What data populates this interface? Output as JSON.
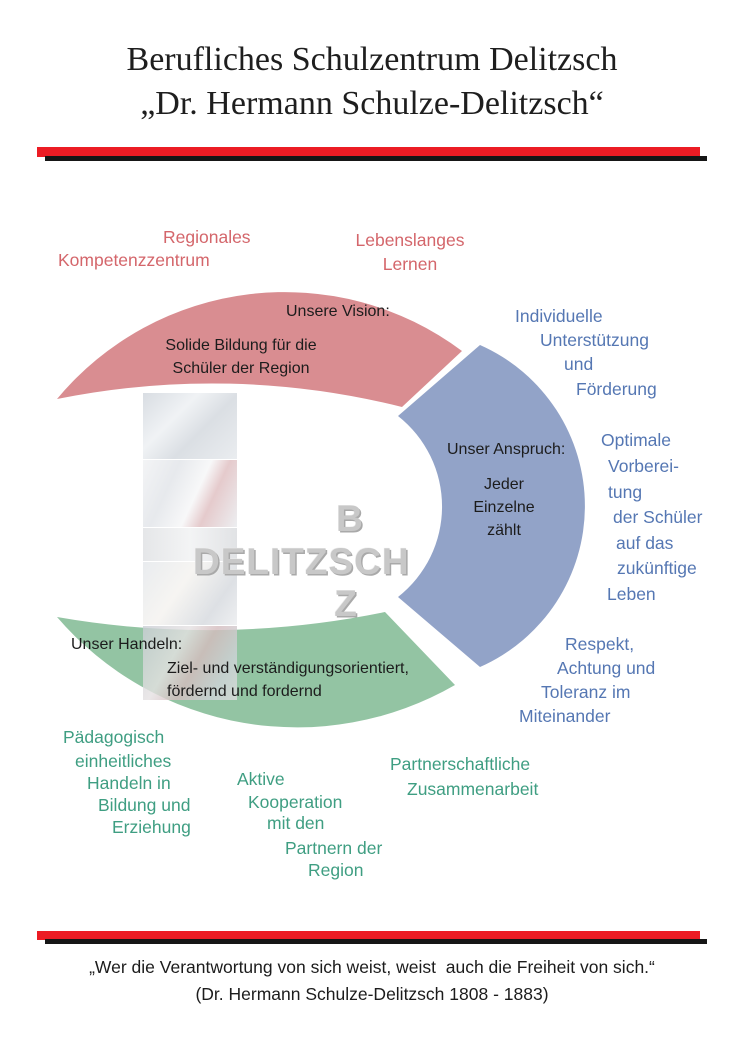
{
  "header": {
    "title_line1": "Berufliches Schulzentrum Delitzsch",
    "title_line2": "„Dr. Hermann Schulze-Delitzsch“"
  },
  "colors": {
    "bar_red": "#ec1c24",
    "bar_black": "#161616",
    "arc_red": "#d98d91",
    "arc_blue": "#92a3c8",
    "arc_green": "#93c4a3",
    "label_red": "#d4666b",
    "label_blue": "#5577b3",
    "label_green": "#3f9e82",
    "watermark_gray": "#c8c8c8",
    "text_black": "#1c1c1c"
  },
  "diagram": {
    "vision": {
      "heading": "Unsere Vision:",
      "lines": [
        "Solide Bildung für die",
        "Schüler der Region"
      ]
    },
    "anspruch": {
      "heading": "Unser Anspruch:",
      "lines": [
        "Jeder",
        "Einzelne",
        "zählt"
      ]
    },
    "handeln": {
      "heading": "Unser Handeln:",
      "lines": [
        "Ziel- und verständigungsorientiert,",
        "fördernd und fordernd"
      ]
    },
    "watermark": {
      "top": "B",
      "middle": "DELITZSCH",
      "bottom": "Z"
    },
    "labels": {
      "regionales": {
        "lines": [
          "Regionales",
          "Kompetenzzentrum"
        ]
      },
      "lebenslanges": {
        "lines": [
          "Lebenslanges",
          "Lernen"
        ]
      },
      "individuelle": {
        "lines": [
          "Individuelle",
          "Unterstützung",
          "und",
          "Förderung"
        ]
      },
      "optimale": {
        "lines": [
          "Optimale",
          "Vorberei-",
          "tung",
          "der Schüler",
          "auf das",
          "zukünftige",
          "Leben"
        ]
      },
      "respekt": {
        "lines": [
          "Respekt,",
          "Achtung und",
          "Toleranz im",
          "Miteinander"
        ]
      },
      "paedagogisch": {
        "lines": [
          "Pädagogisch",
          "einheitliches",
          "Handeln in",
          "Bildung und",
          "Erziehung"
        ]
      },
      "aktive": {
        "lines": [
          "Aktive",
          "Kooperation",
          "mit den",
          "Partnern der",
          "Region"
        ]
      },
      "partnerschaftliche": {
        "lines": [
          "Partnerschaftliche",
          "Zusammenarbeit"
        ]
      }
    }
  },
  "footer": {
    "quote": "„Wer die Verantwortung von sich weist, weist  auch die Freiheit von sich.“",
    "attribution": "(Dr. Hermann Schulze-Delitzsch 1808 - 1883)"
  }
}
